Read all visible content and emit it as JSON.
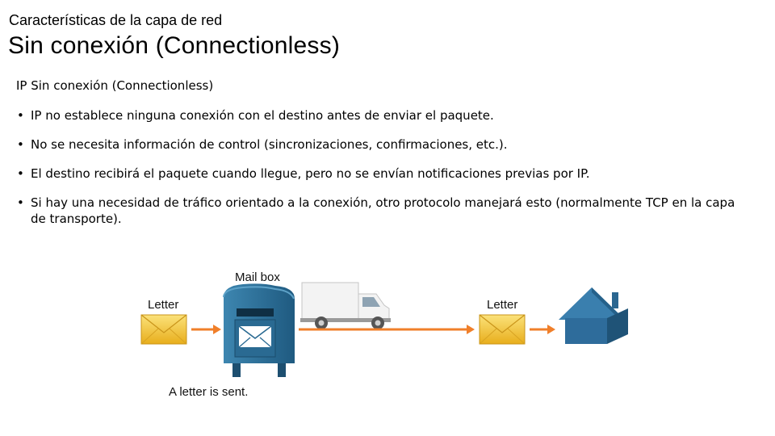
{
  "header": {
    "subtitle": "Características de la capa de red",
    "title": "Sin conexión (Connectionless)"
  },
  "content": {
    "intro": "IP Sin conexión (Connectionless)",
    "bullets": [
      "IP no establece ninguna conexión con el destino antes de enviar el paquete.",
      "No se necesita información de control (sincronizaciones, confirmaciones, etc.).",
      "El destino recibirá el paquete cuando llegue, pero no se envían notificaciones previas por IP.",
      "Si hay una necesidad de tráfico orientado a la conexión, otro protocolo manejará esto (normalmente TCP en la capa de transporte)."
    ]
  },
  "diagram": {
    "mailbox_label": "Mail box",
    "letter_label_left": "Letter",
    "letter_label_right": "Letter",
    "caption": "A letter is sent.",
    "colors": {
      "arrow": "#f07f2a",
      "mailbox": "#2f6f96",
      "envelope": "#f3c73a",
      "house": "#2e6c9b"
    },
    "icons": [
      "envelope-icon",
      "mailbox-icon",
      "truck-icon",
      "house-icon"
    ]
  }
}
